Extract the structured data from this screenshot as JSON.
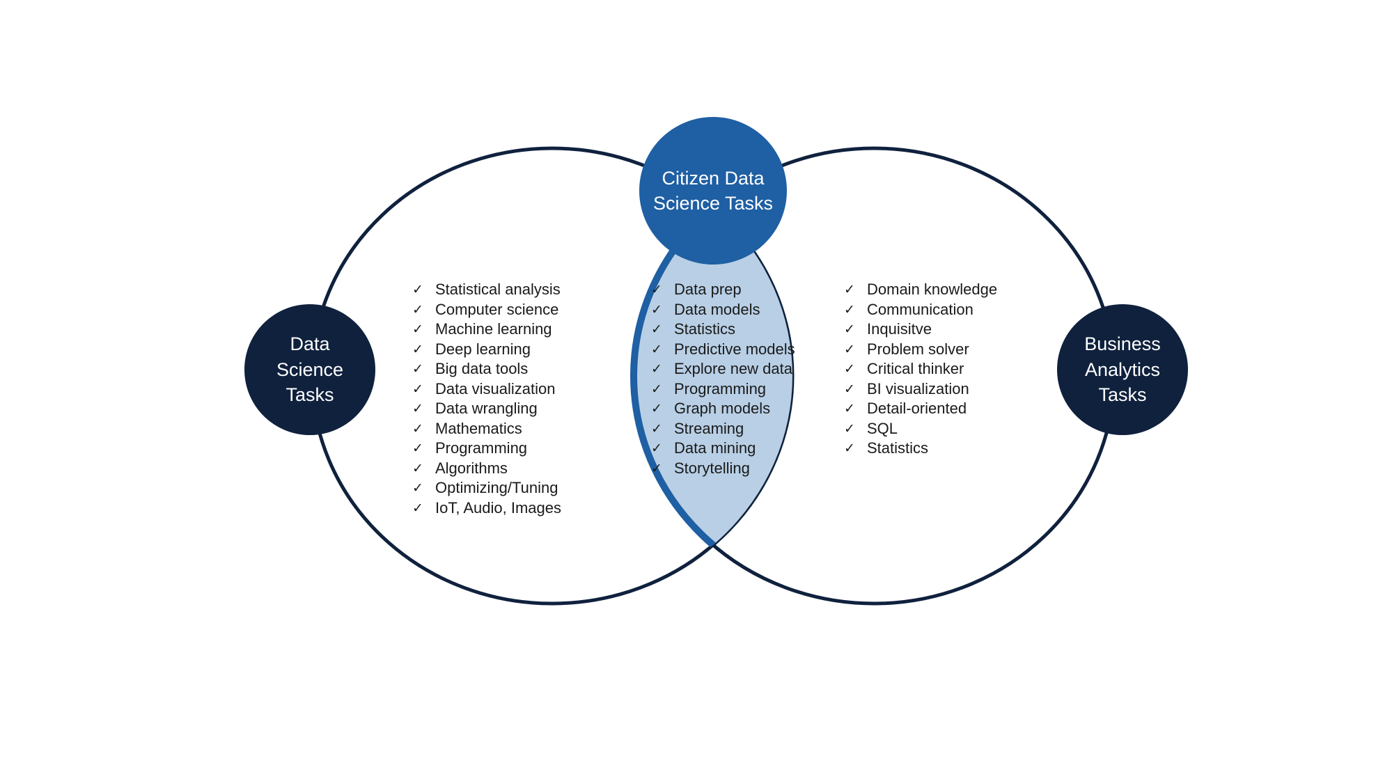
{
  "colors": {
    "dark_navy": "#0f213d",
    "mid_blue": "#1f5fa3",
    "overlap_fill": "#b8cfe5",
    "text": "#1a1a1a",
    "background": "#ffffff"
  },
  "check_glyph": "✓",
  "data_science": {
    "label": "Data Science Tasks",
    "items": [
      "Statistical analysis",
      "Computer science",
      "Machine learning",
      "Deep learning",
      "Big data tools",
      "Data visualization",
      "Data wrangling",
      "Mathematics",
      "Programming",
      "Algorithms",
      "Optimizing/Tuning",
      "IoT, Audio, Images"
    ]
  },
  "citizen_data_science": {
    "label": "Citizen Data Science Tasks",
    "items": [
      "Data prep",
      "Data models",
      "Statistics",
      "Predictive models",
      "Explore new data",
      "Programming",
      "Graph models",
      "Streaming",
      "Data mining",
      "Storytelling"
    ]
  },
  "business_analytics": {
    "label": "Business Analytics Tasks",
    "items": [
      "Domain knowledge",
      "Communication",
      "Inquisitve",
      "Problem solver",
      "Critical thinker",
      "BI visualization",
      "Detail-oriented",
      "SQL",
      "Statistics"
    ]
  }
}
